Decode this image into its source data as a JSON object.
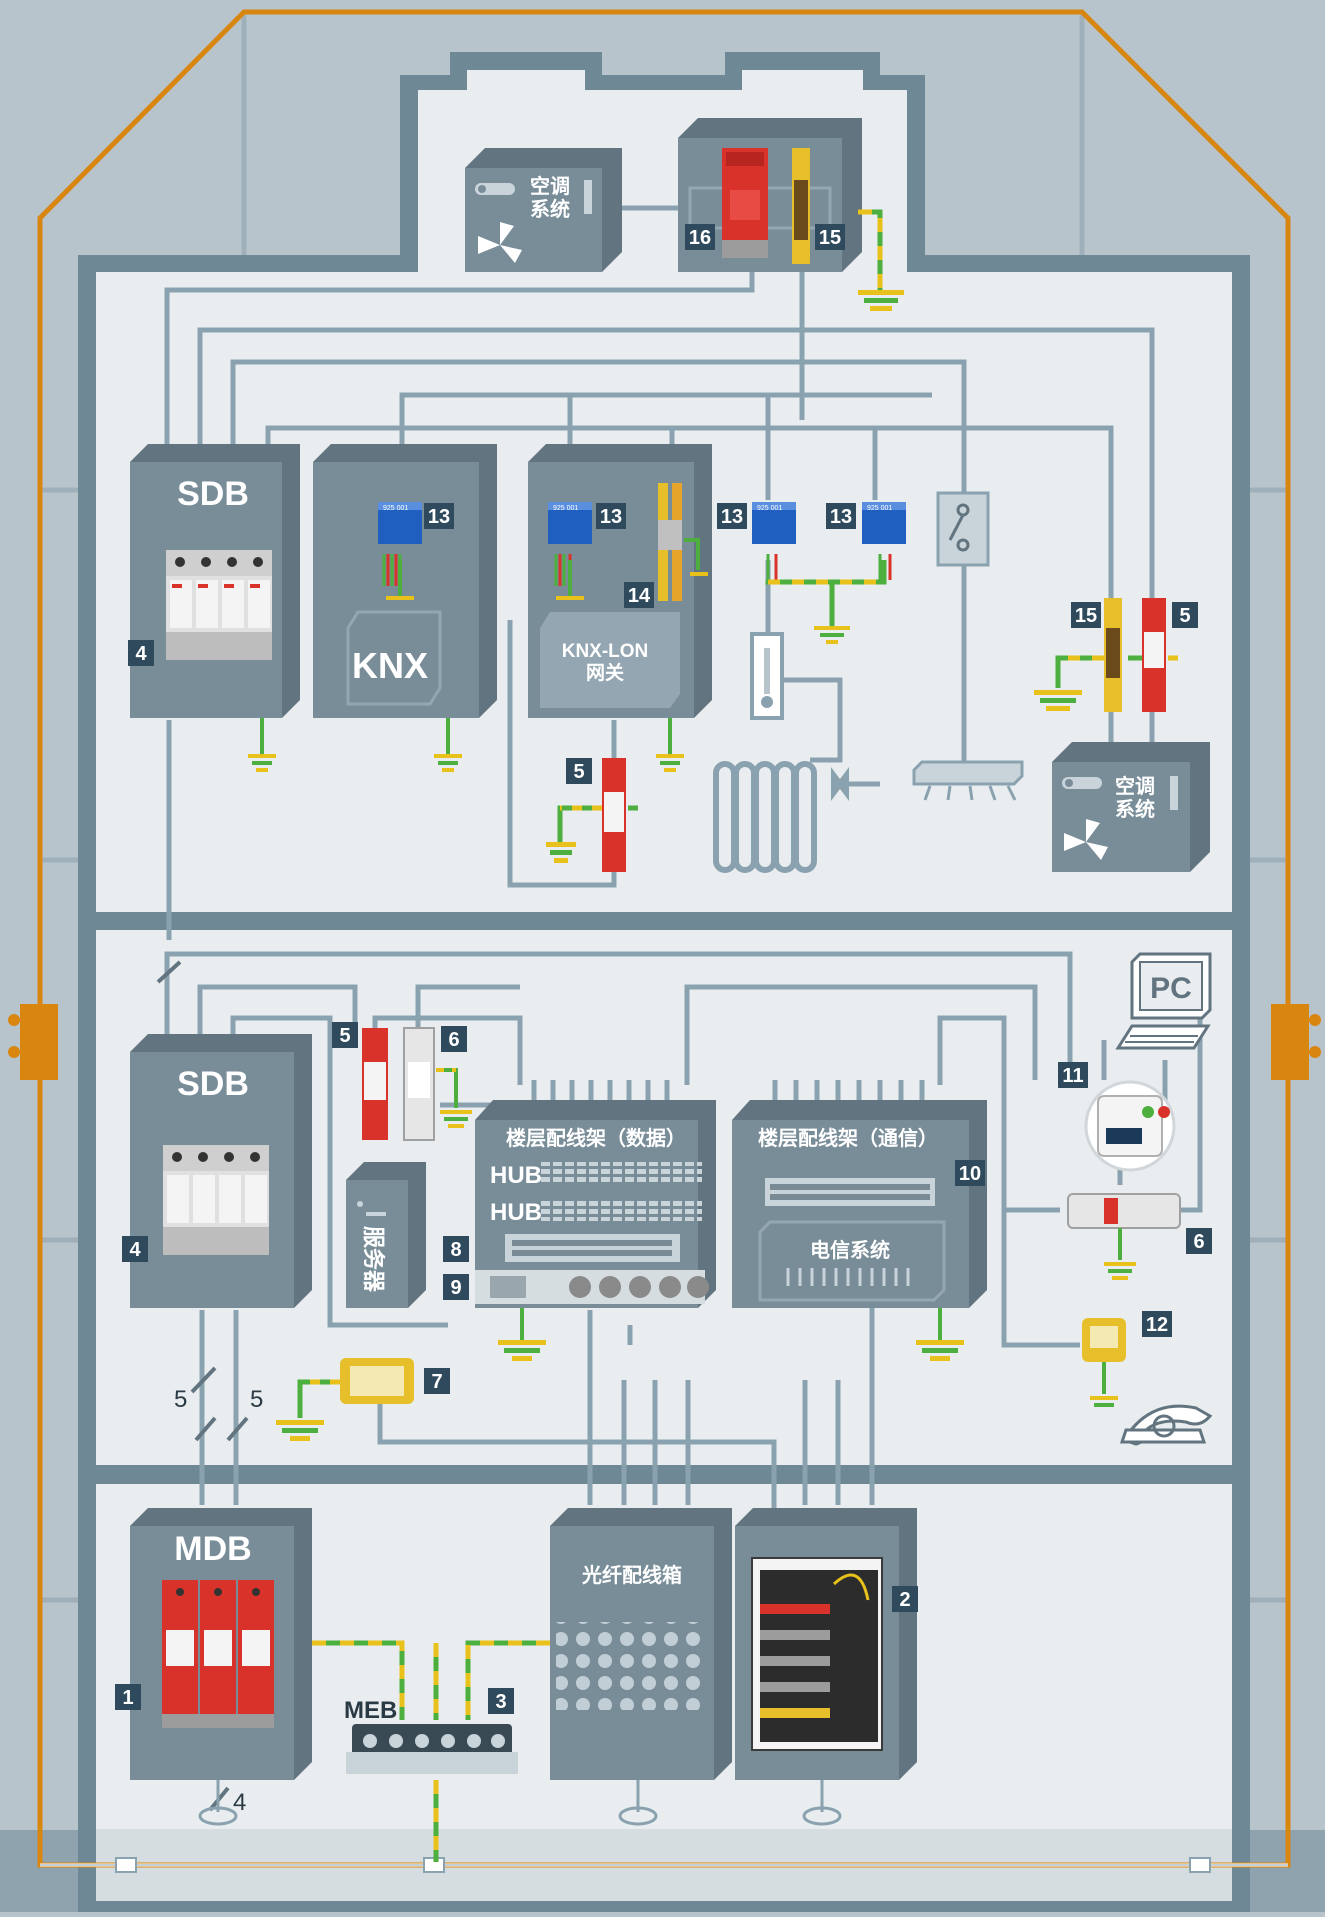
{
  "colors": {
    "background": "#b7c4cc",
    "wall": "#6f8896",
    "floor": "#e9edef",
    "box": "#798d99",
    "box_dark": "#61747f",
    "box_light": "#93a6b1",
    "wire": "#8aa2af",
    "lightning_conductor": "#d8860f",
    "earth_green": "#4caf3e",
    "earth_yellow": "#e8c11a",
    "spd_red": "#d8322b",
    "spd_yellow": "#e6bf2a",
    "module_blue": "#1f5fbf",
    "label_bg": "#2f4a5c"
  },
  "labels": {
    "ac_top": "空调\n系统",
    "ac_right": "空调\n系统",
    "sdb_top": "SDB",
    "knx": "KNX",
    "knx_lon": "KNX-LON\n网关",
    "sdb_mid": "SDB",
    "server": "服务器",
    "patch_data": "楼层配线架（数据）",
    "patch_tel": "楼层配线架（通信）",
    "hub1": "HUB",
    "hub2": "HUB",
    "telecom": "电信系统",
    "pc": "PC",
    "mdb": "MDB",
    "meb": "MEB",
    "fiber": "光纤配线箱",
    "cable5a": "5",
    "cable5b": "5",
    "cable4": "4",
    "module_code": "925 001"
  },
  "markers": {
    "m1": "1",
    "m2": "2",
    "m3": "3",
    "m4a": "4",
    "m4b": "4",
    "m5a": "5",
    "m5b": "5",
    "m5c": "5",
    "m6a": "6",
    "m6b": "6",
    "m7": "7",
    "m8": "8",
    "m9": "9",
    "m10": "10",
    "m11": "11",
    "m12": "12",
    "m13a": "13",
    "m13b": "13",
    "m13c": "13",
    "m13d": "13",
    "m14": "14",
    "m15a": "15",
    "m15b": "15",
    "m16": "16"
  }
}
